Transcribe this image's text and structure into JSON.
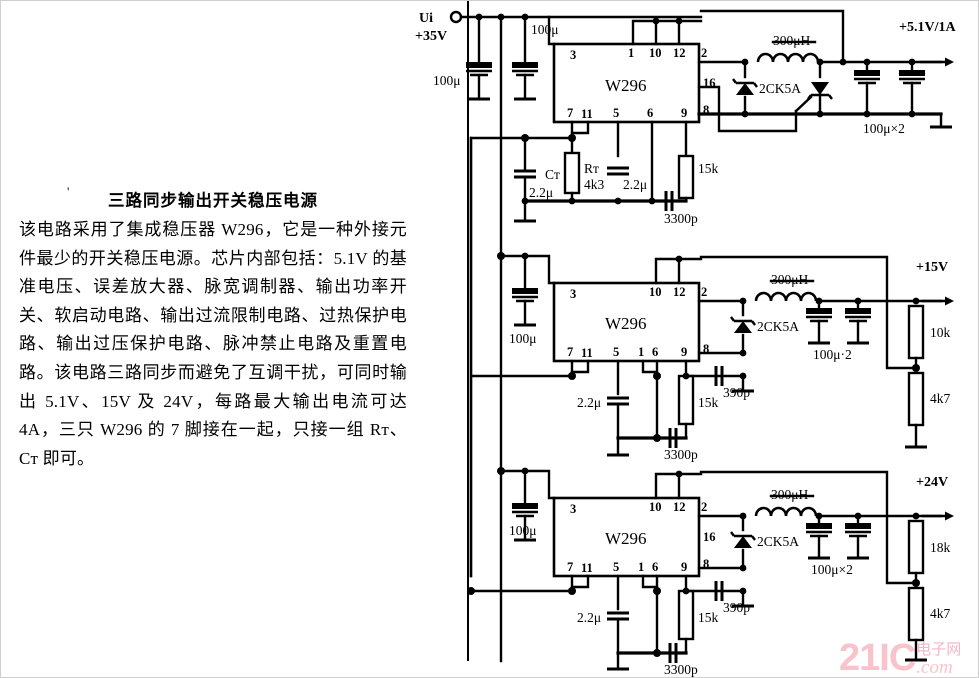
{
  "article": {
    "title": "三路同步输出开关稳压电源",
    "body": "该电路采用了集成稳压器 W296，它是一种外接元件最少的开关稳压电源。芯片内部包括：5.1V 的基准电压、误差放大器、脉宽调制器、输出功率开关、软启动电路、输出过流限制电路、过热保护电路、输出过压保护电路、脉冲禁止电路及重置电路。该电路三路同步而避免了互调干扰，可同时输出 5.1V、15V 及 24V，每路最大输出电流可达 4A，三只 W296 的 7 脚接在一起，只接一组 Rᴛ、Cᴛ 即可。",
    "stray_mark": "'"
  },
  "watermark": {
    "brand": "21IC",
    "cn": "电子网",
    "tld": ".com",
    "color": "#f9c3cc"
  },
  "colors": {
    "ink": "#000000",
    "paper": "#ffffff",
    "frame": "#cfcfcf",
    "watermark": "#f9c3cc"
  },
  "circuit": {
    "input": {
      "terminal_label": "Ui",
      "voltage_label": "+35V",
      "cap1": "100μ",
      "cap2": "100μ"
    },
    "timing": {
      "ct_name": "Cᴛ",
      "ct_value": "2.2μ",
      "rt_name": "Rᴛ",
      "rt_value": "4k3"
    },
    "ic_name": "W296",
    "stages": [
      {
        "id": "stage-5v1",
        "output_label": "+5.1V/1A",
        "input_cap": "100μ",
        "pins_top": [
          "3",
          "1",
          "10",
          "12",
          "2"
        ],
        "pins_right": [
          "16",
          "8"
        ],
        "pins_bottom": [
          "7",
          "11",
          "5",
          "6",
          "9"
        ],
        "inductor": "300μH",
        "diode": "2CK5A",
        "out_caps": "100μ×2",
        "comp_cap_5": "2.2μ",
        "comp_res": "15k",
        "comp_cap_fb": "3300p",
        "feedback_cap": "",
        "divider_top": "",
        "divider_bottom": ""
      },
      {
        "id": "stage-15v",
        "output_label": "+15V",
        "input_cap": "100μ",
        "pins_top": [
          "3",
          "10",
          "12",
          "2"
        ],
        "pins_right": [
          "8"
        ],
        "pins_bottom": [
          "7",
          "11",
          "5",
          "1",
          "6",
          "9"
        ],
        "inductor": "300μH",
        "diode": "2CK5A",
        "out_caps": "100μ·2",
        "comp_cap_5": "2.2μ",
        "comp_res": "15k",
        "comp_cap_fb": "3300p",
        "feedback_cap": "390p",
        "divider_top": "10k",
        "divider_bottom": "4k7"
      },
      {
        "id": "stage-24v",
        "output_label": "+24V",
        "input_cap": "100μ",
        "pins_top": [
          "3",
          "10",
          "12",
          "2"
        ],
        "pins_right": [
          "16",
          "8"
        ],
        "pins_bottom": [
          "7",
          "11",
          "5",
          "1",
          "6",
          "9"
        ],
        "inductor": "300μH",
        "diode": "2CK5A",
        "out_caps": "100μ×2",
        "comp_cap_5": "2.2μ",
        "comp_res": "15k",
        "comp_cap_fb": "3300p",
        "feedback_cap": "390p",
        "divider_top": "18k",
        "divider_bottom": "4k7"
      }
    ]
  }
}
